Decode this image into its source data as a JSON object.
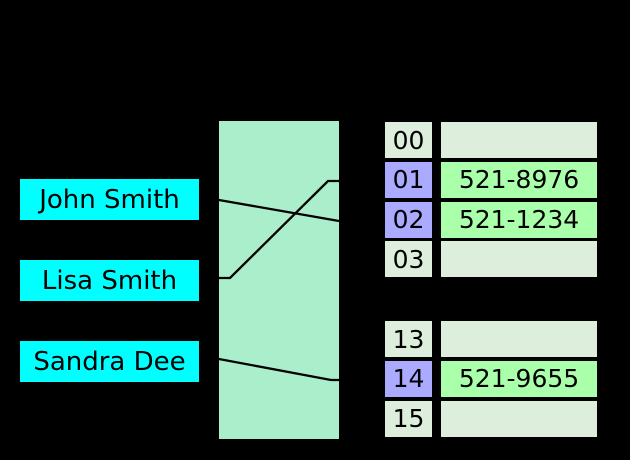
{
  "colors": {
    "background": "#000000",
    "key_box_bg": "#00FFFF",
    "hash_box_bg": "#AAEECC",
    "index_occupied_bg": "#AAAAFF",
    "index_empty_bg": "#DDEEDD",
    "value_occupied_bg": "#AAFFAA",
    "value_empty_bg": "#DDEEDD",
    "line_color": "#000000",
    "text_color": "#000000"
  },
  "keys": [
    {
      "label": "John Smith"
    },
    {
      "label": "Lisa Smith"
    },
    {
      "label": "Sandra Dee"
    }
  ],
  "buckets": {
    "groups": [
      {
        "rows": [
          {
            "index": "00",
            "value": "",
            "occupied": false
          },
          {
            "index": "01",
            "value": "521-8976",
            "occupied": true
          },
          {
            "index": "02",
            "value": "521-1234",
            "occupied": true
          },
          {
            "index": "03",
            "value": "",
            "occupied": false
          }
        ]
      },
      {
        "rows": [
          {
            "index": "13",
            "value": "",
            "occupied": false
          },
          {
            "index": "14",
            "value": "521-9655",
            "occupied": true
          },
          {
            "index": "15",
            "value": "",
            "occupied": false
          }
        ]
      }
    ]
  },
  "connections": [
    {
      "from": "John Smith",
      "to_index": "02"
    },
    {
      "from": "Lisa Smith",
      "to_index": "01"
    },
    {
      "from": "Sandra Dee",
      "to_index": "14"
    }
  ]
}
